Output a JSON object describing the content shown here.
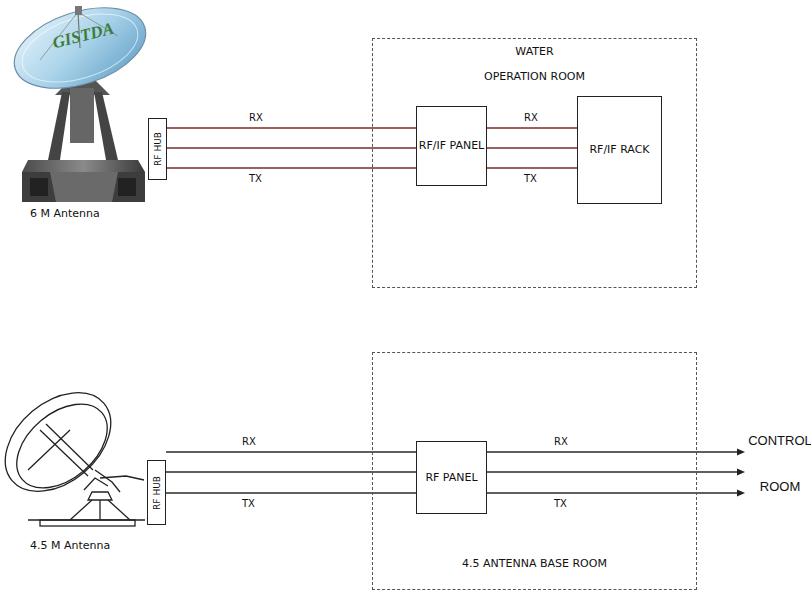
{
  "diagram": {
    "nodes": [
      {
        "text": [
          "RF HUB"
        ]
      },
      {
        "text": [
          "WATER",
          "OPERATION ROOM"
        ]
      },
      {
        "text": [
          "RF/IF PANEL"
        ],
        "in": 1
      },
      {
        "text": [
          "RF/IF RACK"
        ],
        "in": 1
      },
      {
        "text": [
          "RF HUB"
        ]
      },
      {
        "text": [
          "4.5 ANTENNA BASE ROOM"
        ]
      },
      {
        "text": [
          "RF PANEL"
        ],
        "in": 5
      },
      {
        "text": [
          "CONTROL ROOM"
        ]
      }
    ],
    "edges": [
      {
        "from": 0,
        "to": 2,
        "label": "RX",
        "arrow": "none"
      },
      {
        "from": 0,
        "to": 2,
        "arrow": "none"
      },
      {
        "from": 0,
        "to": 2,
        "label": "TX",
        "arrow": "none"
      },
      {
        "from": 2,
        "to": 3,
        "label": "RX",
        "arrow": "none"
      },
      {
        "from": 2,
        "to": 3,
        "arrow": "none"
      },
      {
        "from": 2,
        "to": 3,
        "label": "TX",
        "arrow": "none"
      },
      {
        "from": 4,
        "to": 6,
        "label": "RX",
        "arrow": "none"
      },
      {
        "from": 4,
        "to": 6,
        "arrow": "none"
      },
      {
        "from": 4,
        "to": 6,
        "label": "TX",
        "arrow": "none"
      },
      {
        "from": 6,
        "to": 7,
        "label": "RX",
        "arrow": "to"
      },
      {
        "from": 6,
        "to": 7,
        "arrow": "to"
      },
      {
        "from": 6,
        "to": 7,
        "label": "TX",
        "arrow": "to"
      }
    ],
    "labels": [
      "GISTDA",
      "6 M Antenna",
      "4.5 M Antenna"
    ]
  }
}
